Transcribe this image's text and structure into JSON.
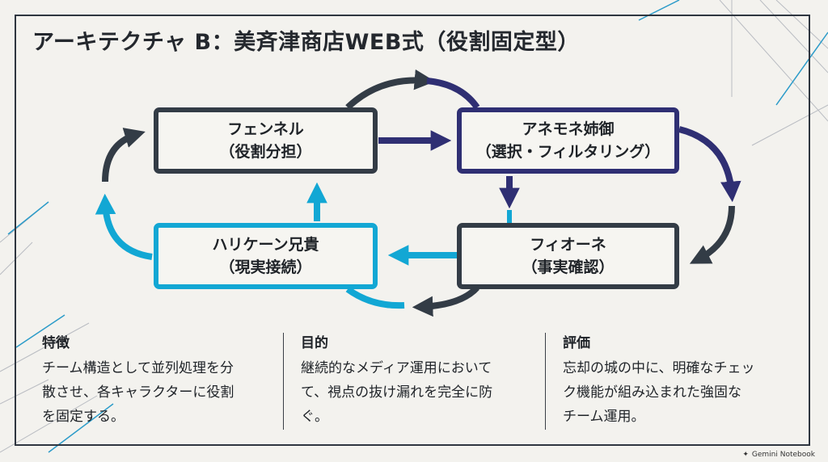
{
  "title": "アーキテクチャ B：美斉津商店WEB式（役割固定型）",
  "nodes": {
    "funnel": {
      "line1": "フェンネル",
      "line2": "（役割分担）"
    },
    "anemone": {
      "line1": "アネモネ姉御",
      "line2": "（選択・フィルタリング）"
    },
    "hurricane": {
      "line1": "ハリケーン兄貴",
      "line2": "（現実接続）"
    },
    "fione": {
      "line1": "フィオーネ",
      "line2": "（事実確認）"
    }
  },
  "columns": [
    {
      "heading": "特徴",
      "lines": [
        "チーム構造として並列処理を分",
        "散させ、各キャラクターに役割",
        "を固定する。"
      ]
    },
    {
      "heading": "目的",
      "lines": [
        "継続的なメディア運用において",
        "て、視点の抜け漏れを完全に防",
        "ぐ。"
      ]
    },
    {
      "heading": "評価",
      "lines": [
        "忘却の城の中に、明確なチェッ",
        "ク機能が組み込まれた強固な",
        "チーム運用。"
      ]
    }
  ],
  "footer": {
    "label": "Gemini Notebook",
    "icon": "sparkle-icon"
  },
  "colors": {
    "dark": "#333c46",
    "navy": "#2f2f73",
    "cyan": "#12a7d4",
    "background": "#f3f2ee"
  }
}
